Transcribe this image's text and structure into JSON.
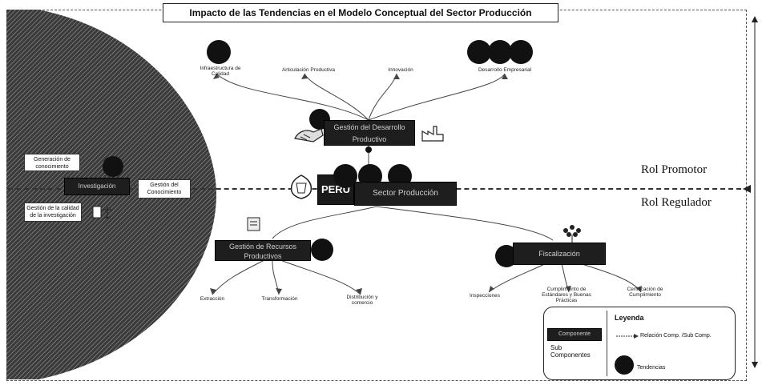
{
  "title": "Impacto de las Tendencias en el Modelo Conceptual del Sector Producción",
  "roles": {
    "promotor": "Rol Promotor",
    "regulador": "Rol Regulador"
  },
  "center": {
    "peru": "PERÚ",
    "sector": "Sector Producción"
  },
  "upper_node": {
    "label": "Gestión del Desarrollo Productivo"
  },
  "upper_children": [
    "Infraestructura de Calidad",
    "Articulación Productiva",
    "Innovación",
    "Desarrollo Empresarial"
  ],
  "lower_left_node": {
    "label": "Gestión de Recursos Productivos"
  },
  "lower_left_children": [
    "Extracción",
    "Transformación",
    "Distribución y comercio"
  ],
  "lower_right_node": {
    "label": "Fiscalización"
  },
  "lower_right_children": [
    "Inspecciones",
    "Cumplimiento de Estándares y Buenas Prácticas",
    "Certificación de Cumplimiento"
  ],
  "left_panel": {
    "center_box": "Investigación",
    "boxes": [
      "Generación de conocimiento",
      "Gestión del Conocimiento",
      "Gestión de la calidad de la investigación"
    ]
  },
  "legend": {
    "title": "Leyenda",
    "component": "Componente",
    "subcomponent": "Sub Componentes",
    "relation": "Relación Comp. /Sub Comp.",
    "trend": "Tendencias"
  },
  "colors": {
    "dark": "#1e1e1e",
    "line": "#333333",
    "background": "#ffffff"
  }
}
